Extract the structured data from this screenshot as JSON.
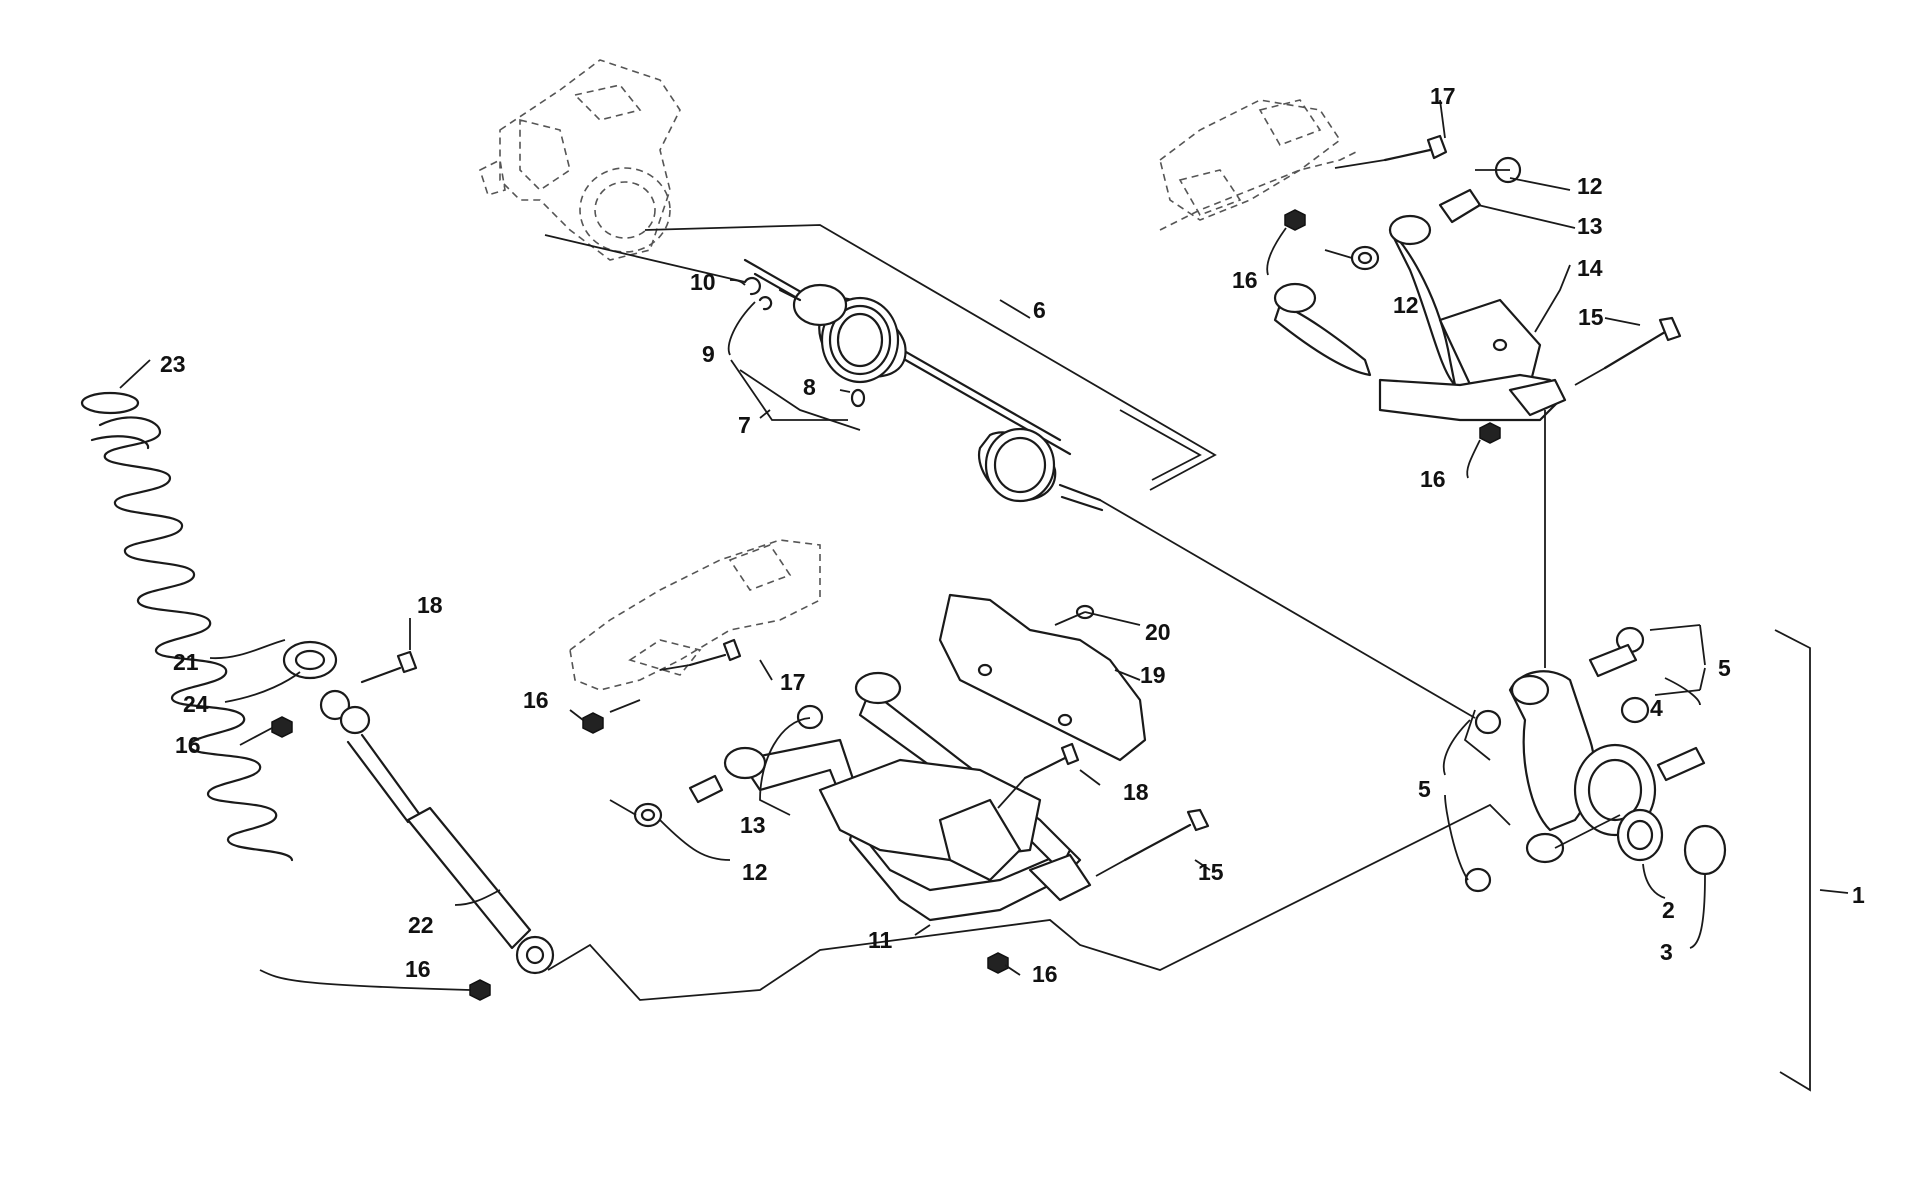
{
  "callouts": [
    {
      "id": "c1",
      "text": "1"
    },
    {
      "id": "c2",
      "text": "2"
    },
    {
      "id": "c3",
      "text": "3"
    },
    {
      "id": "c4",
      "text": "4"
    },
    {
      "id": "c5a",
      "text": "5"
    },
    {
      "id": "c5b",
      "text": "5"
    },
    {
      "id": "c6",
      "text": "6"
    },
    {
      "id": "c7",
      "text": "7"
    },
    {
      "id": "c8",
      "text": "8"
    },
    {
      "id": "c9",
      "text": "9"
    },
    {
      "id": "c10",
      "text": "10"
    },
    {
      "id": "c11",
      "text": "11"
    },
    {
      "id": "c12a",
      "text": "12"
    },
    {
      "id": "c12b",
      "text": "12"
    },
    {
      "id": "c12c",
      "text": "12"
    },
    {
      "id": "c13a",
      "text": "13"
    },
    {
      "id": "c13b",
      "text": "13"
    },
    {
      "id": "c14",
      "text": "14"
    },
    {
      "id": "c15a",
      "text": "15"
    },
    {
      "id": "c15b",
      "text": "15"
    },
    {
      "id": "c16a",
      "text": "16"
    },
    {
      "id": "c16b",
      "text": "16"
    },
    {
      "id": "c16c",
      "text": "16"
    },
    {
      "id": "c16d",
      "text": "16"
    },
    {
      "id": "c16e",
      "text": "16"
    },
    {
      "id": "c16f",
      "text": "16"
    },
    {
      "id": "c17a",
      "text": "17"
    },
    {
      "id": "c17b",
      "text": "17"
    },
    {
      "id": "c18a",
      "text": "18"
    },
    {
      "id": "c18b",
      "text": "18"
    },
    {
      "id": "c19",
      "text": "19"
    },
    {
      "id": "c20",
      "text": "20"
    },
    {
      "id": "c21",
      "text": "21"
    },
    {
      "id": "c22",
      "text": "22"
    },
    {
      "id": "c23",
      "text": "23"
    },
    {
      "id": "c24",
      "text": "24"
    }
  ]
}
